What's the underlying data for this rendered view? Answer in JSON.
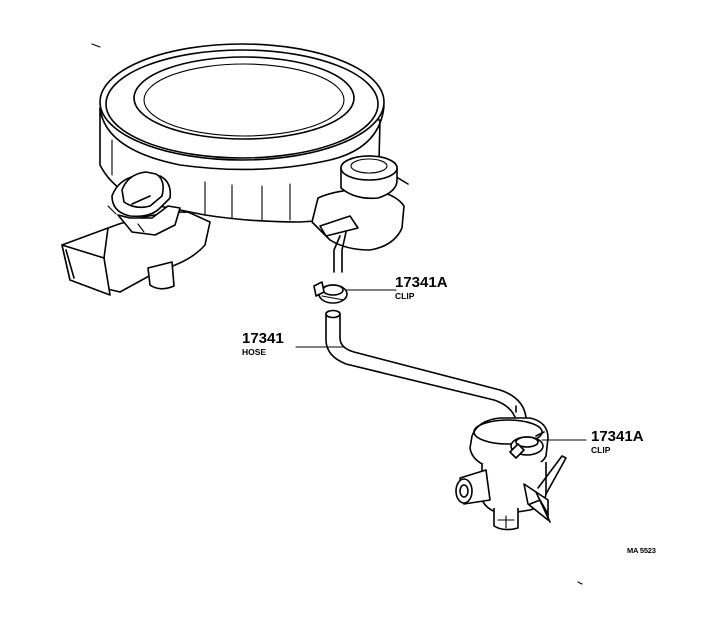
{
  "parts": [
    {
      "id": "clip-top",
      "number": "17341A",
      "name": "CLIP"
    },
    {
      "id": "hose",
      "number": "17341",
      "name": "HOSE"
    },
    {
      "id": "clip-bottom",
      "number": "17341A",
      "name": "CLIP"
    }
  ],
  "diagram_code": "MA 5523"
}
